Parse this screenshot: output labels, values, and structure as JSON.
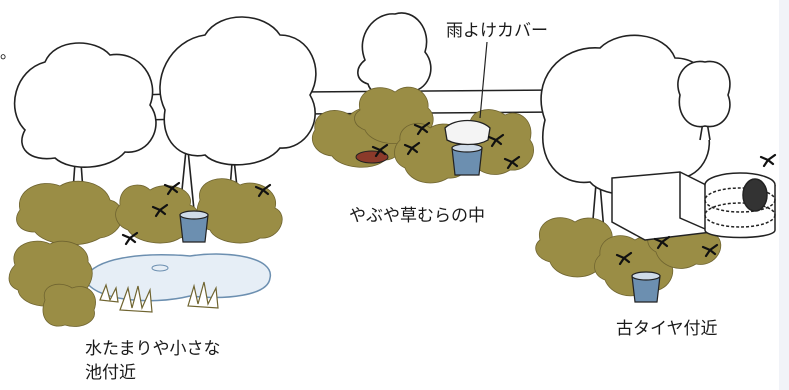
{
  "labels": {
    "rain_cover": "雨よけカバー",
    "bushes": "やぶや草むらの中",
    "puddles_line1": "水たまりや小さな",
    "puddles_line2": "池付近",
    "old_tires": "古タイヤ付近",
    "stray_mark": "。"
  },
  "colors": {
    "foliage": "#9a8d45",
    "foliage_dark": "#6f6430",
    "bucket": "#6c8fb0",
    "water": "#e6eef6",
    "outline": "#222222",
    "mosquito": "#111111",
    "lid": "#8b3a2a"
  },
  "icons": [
    "tree-icon",
    "bush-icon",
    "mosquito-icon",
    "bucket-icon",
    "pond-icon",
    "tire-icon",
    "grass-icon",
    "wall-icon",
    "cover-icon"
  ]
}
